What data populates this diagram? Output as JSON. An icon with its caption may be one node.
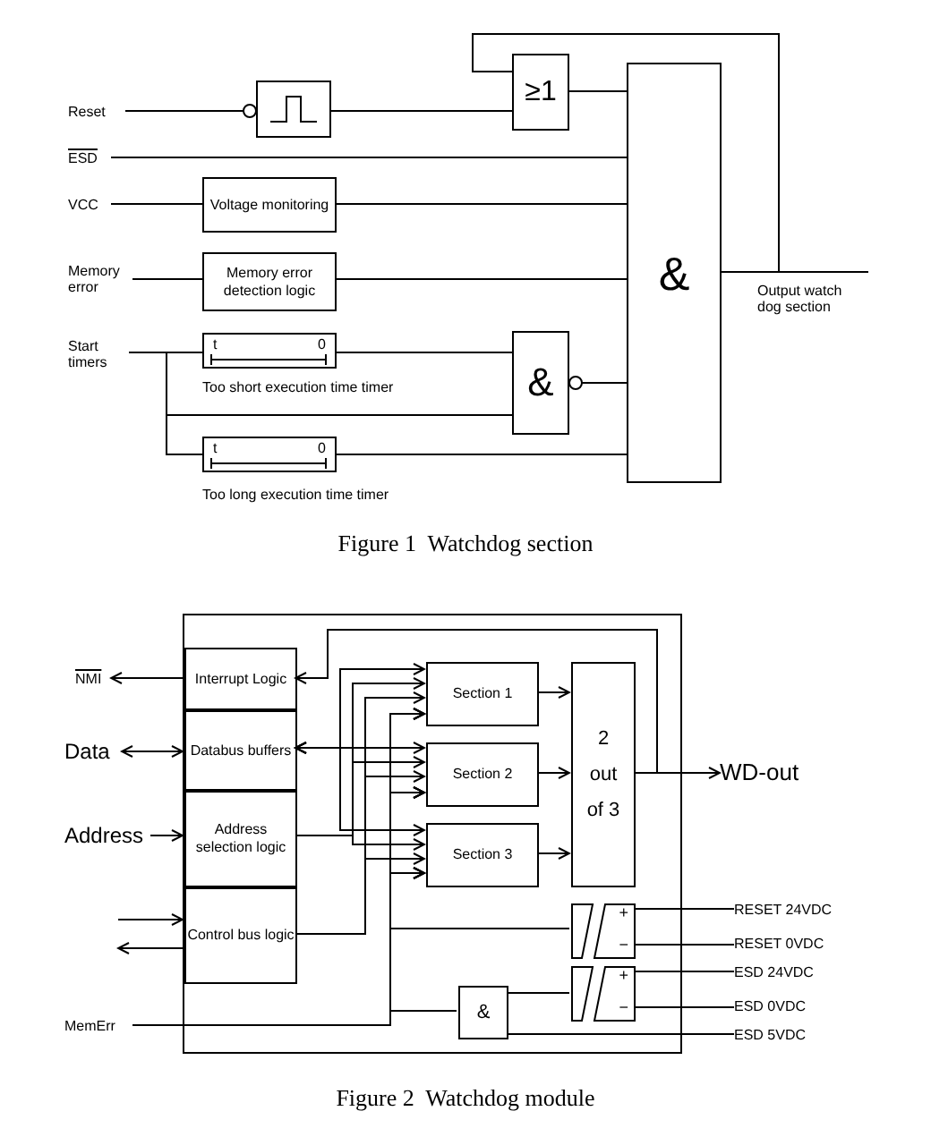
{
  "diagram": {
    "nodes": [
      {
        "text": [
          "Reset"
        ]
      },
      {
        "text": [],
        "shape": "box"
      },
      {
        "text": [
          "ESD"
        ]
      },
      {
        "text": [
          "VCC"
        ]
      },
      {
        "text": [
          "Voltage monitoring"
        ]
      },
      {
        "text": [
          "Memory error"
        ]
      },
      {
        "text": [
          "Memory error detection logic"
        ]
      },
      {
        "text": [
          "Start timers"
        ]
      },
      {
        "text": [
          "t",
          "0"
        ],
        "beside": [
          "Too short execution time timer"
        ]
      },
      {
        "text": [
          "t",
          "0"
        ],
        "beside": [
          "Too long execution time timer"
        ]
      },
      {
        "text": [
          "≥1"
        ]
      },
      {
        "text": [
          "&"
        ]
      },
      {
        "text": [
          "&"
        ]
      },
      {
        "text": [
          "Output watch dog section"
        ]
      },
      {
        "text": [],
        "shape": "box"
      },
      {
        "text": [
          "NMI"
        ]
      },
      {
        "text": [
          "Interrupt Logic"
        ],
        "in": 14
      },
      {
        "text": [
          "Databus buffers"
        ],
        "in": 14
      },
      {
        "text": [
          "Address selection logic"
        ],
        "in": 14
      },
      {
        "text": [
          "Control bus logic"
        ],
        "in": 14
      },
      {
        "text": [
          "Data"
        ]
      },
      {
        "text": [
          "Address"
        ]
      },
      {
        "text": [
          "MemErr"
        ]
      },
      {
        "text": [
          "Section 1"
        ],
        "in": 14
      },
      {
        "text": [
          "Section 2"
        ],
        "in": 14
      },
      {
        "text": [
          "Section 3"
        ],
        "in": 14
      },
      {
        "text": [
          "2 out of 3"
        ],
        "in": 14
      },
      {
        "text": [
          "WD-out"
        ]
      },
      {
        "text": [
          "+",
          "−"
        ],
        "in": 14
      },
      {
        "text": [
          "+",
          "−"
        ],
        "in": 14
      },
      {
        "text": [
          "&"
        ],
        "in": 14
      },
      {
        "text": [
          "RESET 24VDC"
        ]
      },
      {
        "text": [
          "RESET 0VDC"
        ]
      },
      {
        "text": [
          "ESD 24VDC"
        ]
      },
      {
        "text": [
          "ESD 0VDC"
        ]
      },
      {
        "text": [
          "ESD 5VDC"
        ]
      }
    ],
    "edges": [
      {
        "from": 0,
        "to": 1,
        "arrow": "other"
      },
      {
        "from": 1,
        "to": 10,
        "arrow": "none"
      },
      {
        "from": 10,
        "to": 11,
        "arrow": "none"
      },
      {
        "from": 2,
        "to": 11,
        "arrow": "none"
      },
      {
        "from": 3,
        "to": 4,
        "arrow": "none"
      },
      {
        "from": 4,
        "to": 11,
        "arrow": "none"
      },
      {
        "from": 5,
        "to": 6,
        "arrow": "none"
      },
      {
        "from": 6,
        "to": 11,
        "arrow": "none"
      },
      {
        "from": 7,
        "to": 8,
        "arrow": "none"
      },
      {
        "from": 7,
        "to": 12,
        "arrow": "none"
      },
      {
        "from": 7,
        "to": 9,
        "arrow": "none"
      },
      {
        "from": 8,
        "to": 12,
        "arrow": "none"
      },
      {
        "from": 12,
        "to": 11,
        "arrow": "other"
      },
      {
        "from": 9,
        "to": 11,
        "arrow": "none"
      },
      {
        "from": 11,
        "to": 10,
        "arrow": "none"
      },
      {
        "from": 11,
        "to": 13,
        "arrow": "none"
      },
      {
        "from": 16,
        "to": 15,
        "arrow": "to"
      },
      {
        "from": 20,
        "to": 17,
        "arrow": "both"
      },
      {
        "from": 21,
        "to": 18,
        "arrow": "to"
      },
      {
        "from": null,
        "to": 19,
        "arrow": "to"
      },
      {
        "from": 19,
        "to": null,
        "arrow": "to"
      },
      {
        "from": 17,
        "to": 23,
        "arrow": "both"
      },
      {
        "from": 17,
        "to": 24,
        "arrow": "both"
      },
      {
        "from": 17,
        "to": 25,
        "arrow": "both"
      },
      {
        "from": 18,
        "to": 23,
        "arrow": "to"
      },
      {
        "from": 18,
        "to": 24,
        "arrow": "to"
      },
      {
        "from": 18,
        "to": 25,
        "arrow": "to"
      },
      {
        "from": 19,
        "to": 23,
        "arrow": "to"
      },
      {
        "from": 19,
        "to": 24,
        "arrow": "to"
      },
      {
        "from": 19,
        "to": 25,
        "arrow": "to"
      },
      {
        "from": 22,
        "to": 23,
        "arrow": "to"
      },
      {
        "from": 22,
        "to": 24,
        "arrow": "to"
      },
      {
        "from": 22,
        "to": 25,
        "arrow": "to"
      },
      {
        "from": 28,
        "to": 23,
        "arrow": "to"
      },
      {
        "from": 28,
        "to": 24,
        "arrow": "to"
      },
      {
        "from": 28,
        "to": 25,
        "arrow": "to"
      },
      {
        "from": 30,
        "to": 23,
        "arrow": "to"
      },
      {
        "from": 30,
        "to": 24,
        "arrow": "to"
      },
      {
        "from": 30,
        "to": 25,
        "arrow": "to"
      },
      {
        "from": 23,
        "to": 26,
        "arrow": "to"
      },
      {
        "from": 24,
        "to": 26,
        "arrow": "to"
      },
      {
        "from": 25,
        "to": 26,
        "arrow": "to"
      },
      {
        "from": 26,
        "to": 27,
        "arrow": "to"
      },
      {
        "from": 26,
        "to": 16,
        "arrow": "to"
      },
      {
        "from": 31,
        "to": 28,
        "arrow": "none"
      },
      {
        "from": 32,
        "to": 28,
        "arrow": "none"
      },
      {
        "from": 33,
        "to": 29,
        "arrow": "none"
      },
      {
        "from": 34,
        "to": 29,
        "arrow": "none"
      },
      {
        "from": 29,
        "to": 30,
        "arrow": "none"
      },
      {
        "from": 35,
        "to": 30,
        "arrow": "none"
      }
    ],
    "labels": [
      "Figure 1  Watchdog section",
      "Figure 2  Watchdog module"
    ]
  }
}
